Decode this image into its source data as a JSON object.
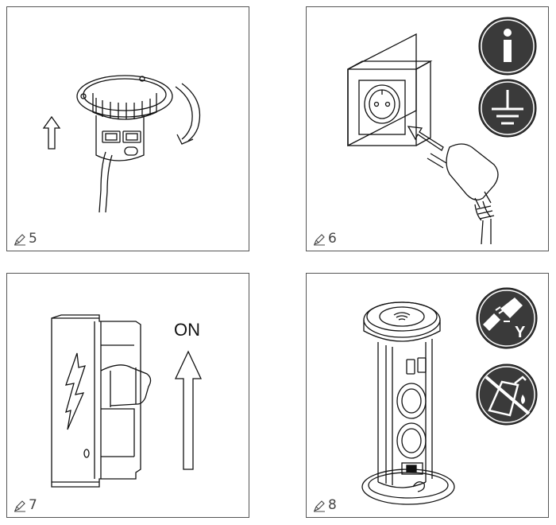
{
  "steps": [
    {
      "number": "5"
    },
    {
      "number": "6"
    },
    {
      "number": "7",
      "switch_label": "ON"
    },
    {
      "number": "8"
    }
  ],
  "icons": {
    "step_marker": "pencil-icon",
    "info": "info-icon",
    "ground": "ground-earth-icon",
    "power_adapter": "plug-adapter-icon",
    "no_chemicals": "no-chemicals-icon"
  },
  "colors": {
    "line": "#111111",
    "icon_fill": "#3a3a3a",
    "frame": "#555555"
  }
}
